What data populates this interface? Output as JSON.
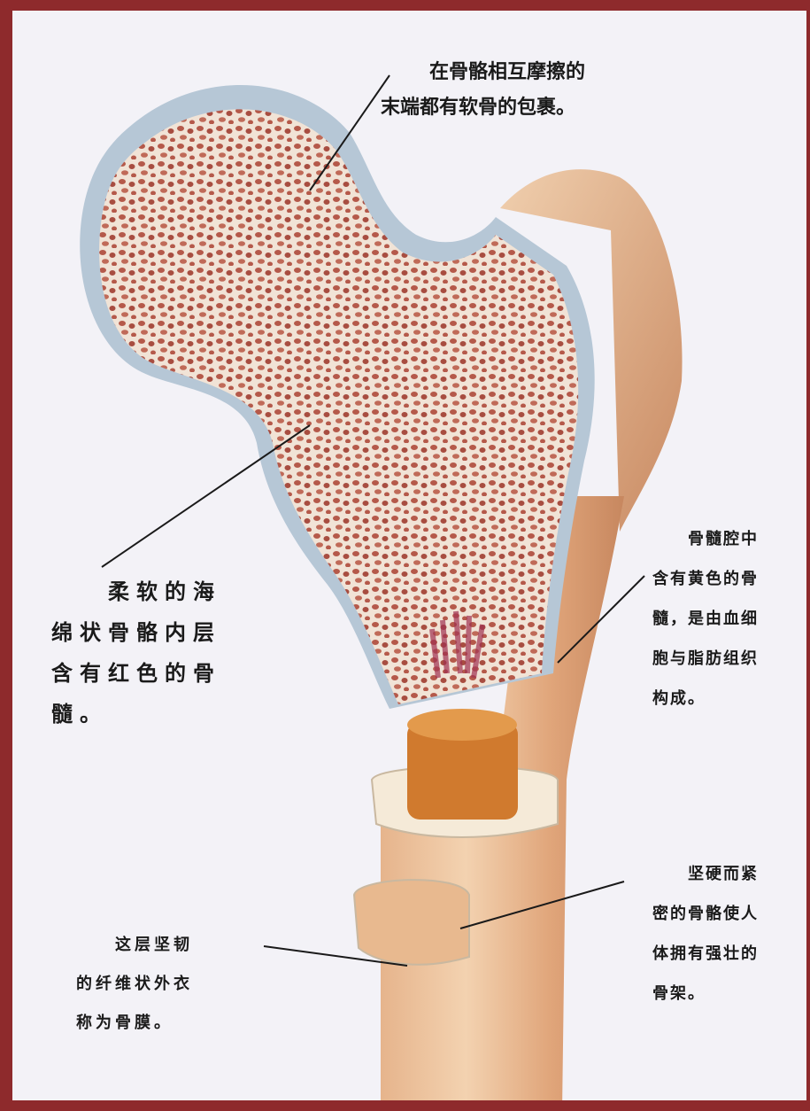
{
  "labels": {
    "cartilage": [
      "在骨骼相互摩擦的",
      "末端都有软骨的包裹。"
    ],
    "spongy_bone": [
      "柔软的海",
      "绵状骨骼内层",
      "含有红色的骨",
      "髓。"
    ],
    "marrow_cavity": [
      "骨髓腔中",
      "含有黄色的骨",
      "髓，是由血细",
      "胞与脂肪组织",
      "构成。"
    ],
    "compact_bone": [
      "坚硬而紧",
      "密的骨骼使人",
      "体拥有强壮的",
      "骨架。"
    ],
    "periosteum": [
      "这层坚韧",
      "的纤维状外衣",
      "称为骨膜。"
    ]
  },
  "colors": {
    "frame": "#8e2a2c",
    "background": "#f3f2f7",
    "bone_outer": "#e3b48e",
    "cartilage": "#b6c7d6",
    "spongy_dots": "#b5594a",
    "marrow": "#d07a2e"
  }
}
